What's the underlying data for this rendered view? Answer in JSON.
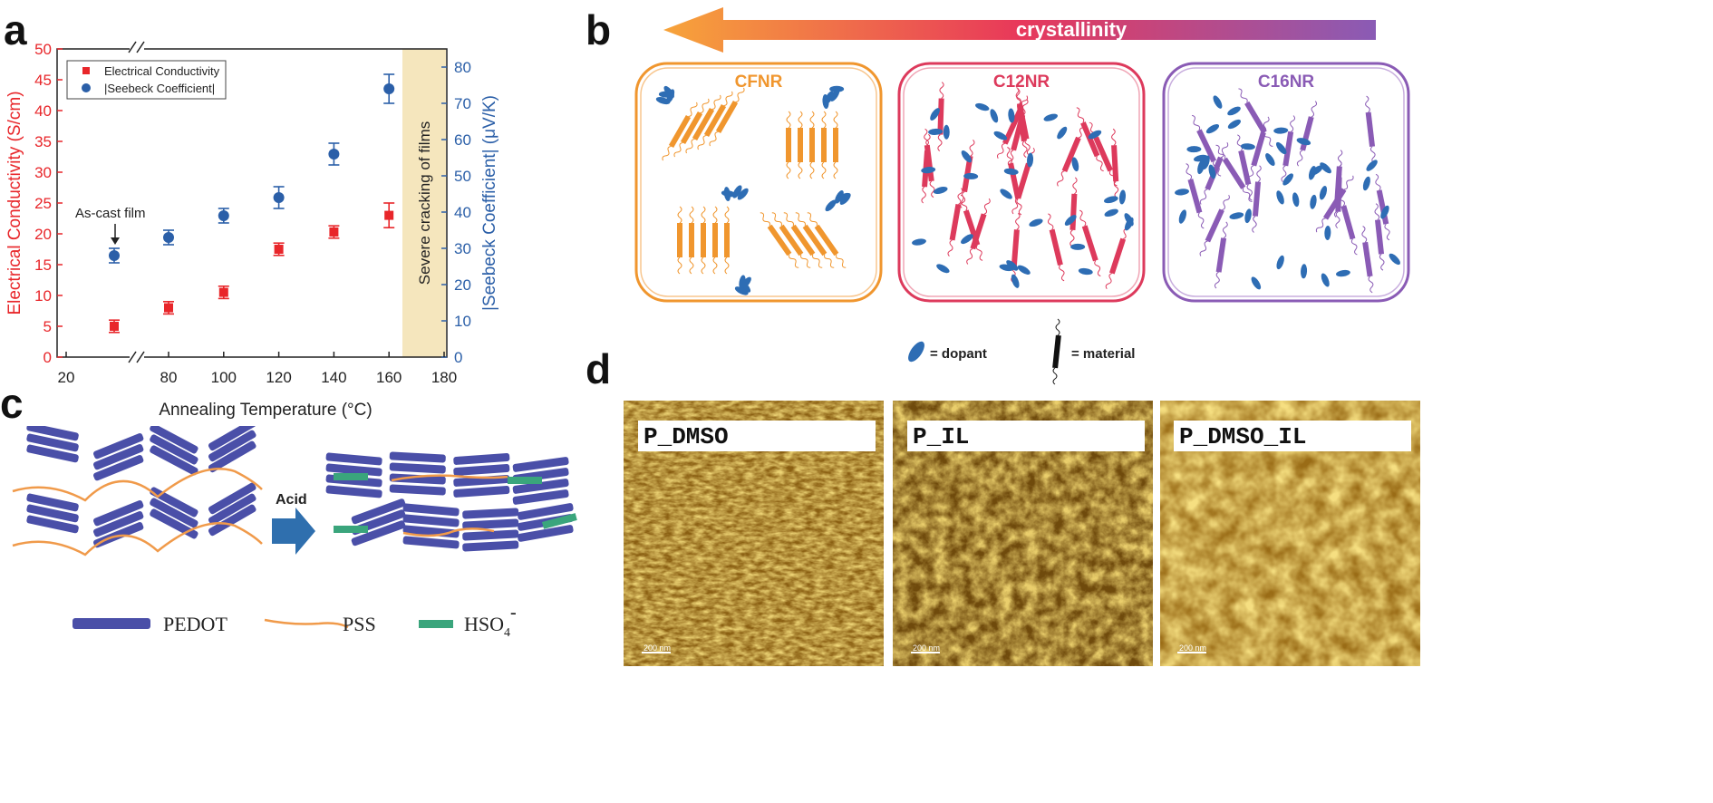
{
  "panels": {
    "a": "a",
    "b": "b",
    "c": "c",
    "d": "d"
  },
  "chart_data": {
    "type": "scatter",
    "x_ticks": [
      "20",
      "80",
      "100",
      "120",
      "140",
      "160",
      "180"
    ],
    "x": [
      25,
      80,
      100,
      120,
      140,
      160
    ],
    "xlabel": "Annealing Temperature (°C)",
    "ylabel_left": "Electrical Conductivity (S/cm)",
    "ylabel_right": "|Seebeck Coefficient| (μV/K)",
    "ylim_left": [
      0,
      50
    ],
    "ylim_right": [
      0,
      85
    ],
    "yticks_left": [
      "0",
      "5",
      "10",
      "15",
      "20",
      "25",
      "30",
      "35",
      "40",
      "45",
      "50"
    ],
    "yticks_right": [
      "0",
      "10",
      "20",
      "30",
      "40",
      "50",
      "60",
      "70",
      "80"
    ],
    "axis_break": true,
    "series": [
      {
        "name": "Electrical Conductivity",
        "axis": "left",
        "color": "#e8262a",
        "marker": "square",
        "values": [
          5.0,
          8.0,
          10.5,
          17.5,
          20.3,
          23.0
        ],
        "errors": [
          1.0,
          1.0,
          1.0,
          1.0,
          1.0,
          2.0
        ]
      },
      {
        "name": "|Seebeck Coefficient|",
        "axis": "right",
        "color": "#2b5fa8",
        "marker": "circle",
        "values": [
          28,
          33,
          39,
          44,
          56,
          74
        ],
        "errors": [
          2.0,
          2.0,
          2.0,
          3.0,
          3.0,
          4.0
        ]
      }
    ],
    "annotations": {
      "as_cast": "As-cast film",
      "cracking": "Severe cracking of films"
    },
    "cracking_region_color": "#f5e6bd",
    "legend_position": "top-left"
  },
  "panel_b": {
    "arrow_label": "crystallinity",
    "boxes": [
      {
        "label": "CFNR",
        "color": "#f0962e"
      },
      {
        "label": "C12NR",
        "color": "#dd3a5c"
      },
      {
        "label": "C16NR",
        "color": "#8a5bb5"
      }
    ],
    "legend_dopant": "= dopant",
    "legend_material": "= material",
    "dopant_color": "#2e6db4"
  },
  "panel_c": {
    "acid_label": "Acid",
    "legend": {
      "pedot": "PEDOT",
      "pss": "PSS",
      "hso4": "HSO",
      "hso4_sub": "4",
      "hso4_sup": "-"
    },
    "colors": {
      "pedot": "#4a4fa8",
      "pss": "#f09a4a",
      "hso4": "#3aa57c",
      "arrow": "#2f6fae"
    }
  },
  "panel_d": {
    "images": [
      {
        "label": "P_DMSO",
        "scale": "200 nm"
      },
      {
        "label": "P_IL",
        "scale": "200 nm"
      },
      {
        "label": "P_DMSO_IL",
        "scale": "200 nm"
      }
    ]
  }
}
